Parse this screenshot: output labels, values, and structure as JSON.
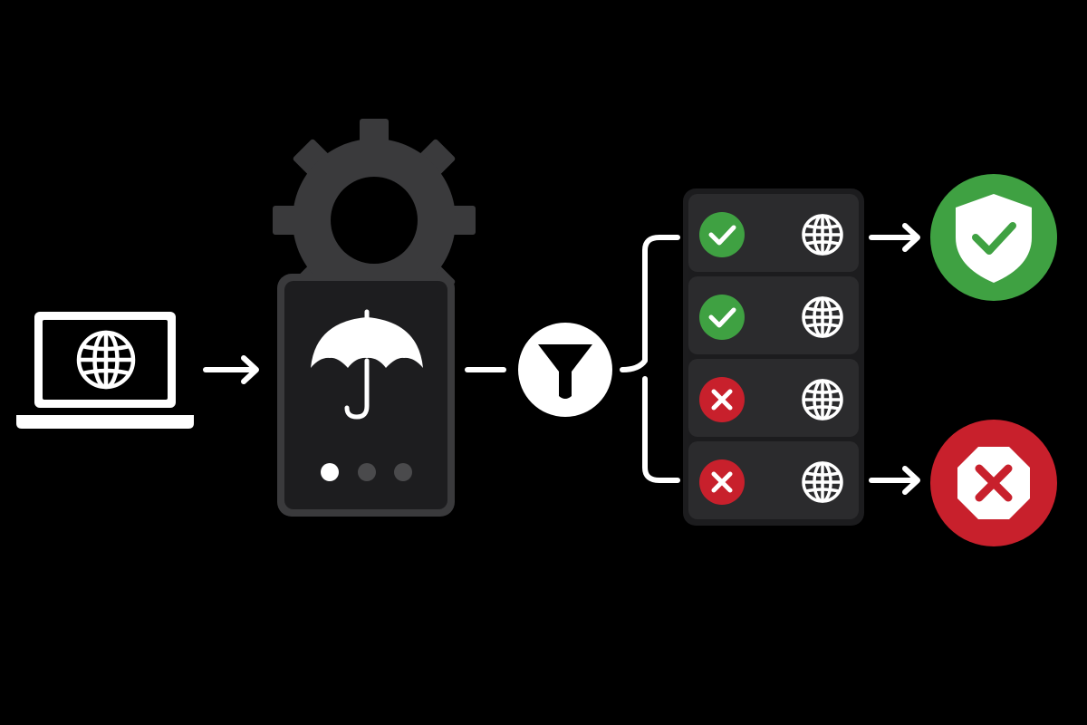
{
  "colors": {
    "background": "#000000",
    "foreground": "#ffffff",
    "panel": "#2b2b2d",
    "panel_dark": "#1c1c1e",
    "gear": "#3a3a3c",
    "dot_inactive": "#4a4a4c",
    "allowed": "#3fa142",
    "blocked": "#c8202c"
  },
  "nodes": {
    "source": {
      "icon": "laptop-globe-icon"
    },
    "processor": {
      "icons": [
        "gear-icon",
        "umbrella-icon"
      ],
      "carousel_dots": 3,
      "active_dot": 0
    },
    "filter": {
      "icon": "funnel-icon"
    },
    "allowed_result": {
      "icon": "shield-check-icon"
    },
    "blocked_result": {
      "icon": "octagon-x-icon"
    }
  },
  "site_list": [
    {
      "status": "allowed",
      "status_icon": "check-icon",
      "site_icon": "globe-icon"
    },
    {
      "status": "allowed",
      "status_icon": "check-icon",
      "site_icon": "globe-icon"
    },
    {
      "status": "blocked",
      "status_icon": "x-icon",
      "site_icon": "globe-icon"
    },
    {
      "status": "blocked",
      "status_icon": "x-icon",
      "site_icon": "globe-icon"
    }
  ]
}
